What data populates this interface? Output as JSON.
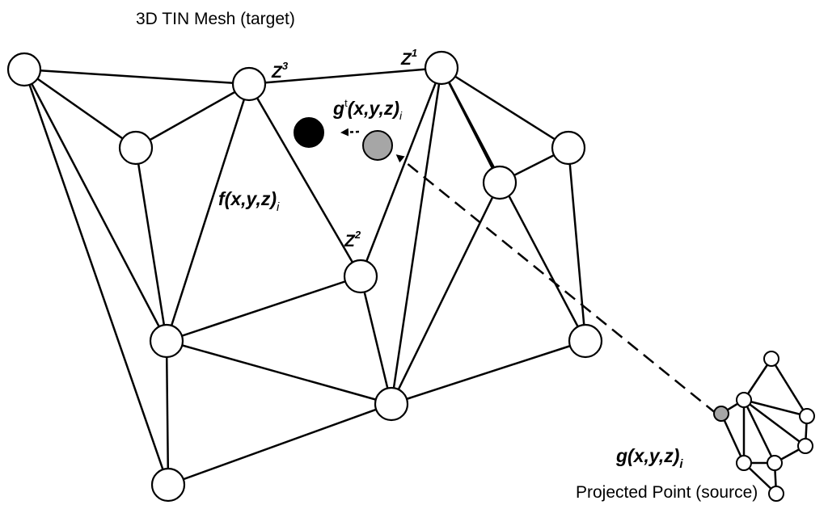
{
  "title": "3D TIN Mesh (target)",
  "source_caption": "Projected Point (source)",
  "labels": {
    "z1_base": "Z",
    "z1_sup": "1",
    "z2_base": "Z",
    "z2_sup": "2",
    "z3_base": "Z",
    "z3_sup": "3",
    "f_main": "f(x,y,z)",
    "f_sub": "i",
    "gt_base": "g",
    "gt_sup": "t",
    "gt_main": "(x,y,z)",
    "gt_sub": "i",
    "g_main": "g(x,y,z)",
    "g_sub": "i"
  },
  "colors": {
    "line": "#000000",
    "node_fill": "#ffffff",
    "target_point": "#000000",
    "projected_point": "#a6a6a6",
    "source_point": "#a6a6a6"
  }
}
